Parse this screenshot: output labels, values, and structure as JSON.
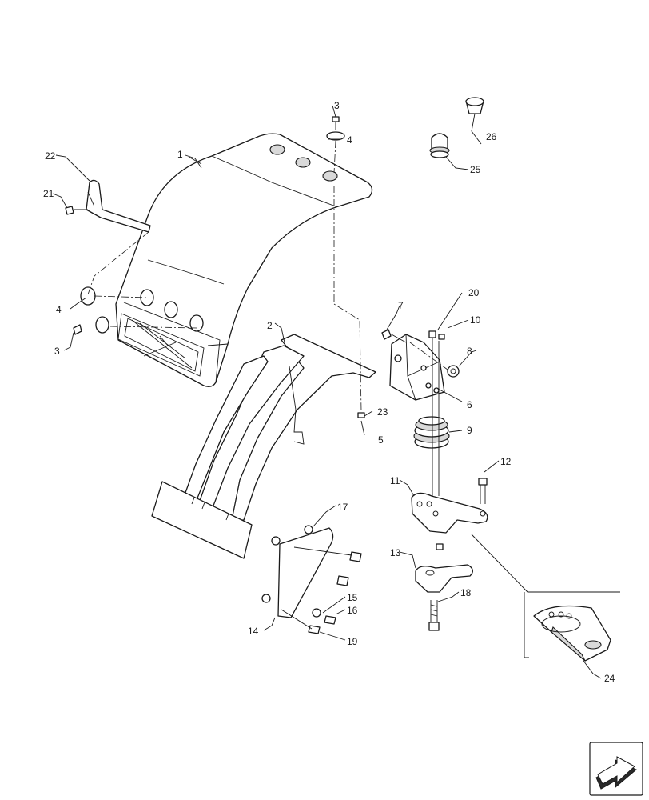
{
  "callouts": {
    "c1": "1",
    "c2": "2",
    "c3a": "3",
    "c3b": "3",
    "c4a": "4",
    "c4b": "4",
    "c5": "5",
    "c6": "6",
    "c7": "7",
    "c8": "8",
    "c9": "9",
    "c10": "10",
    "c11": "11",
    "c12": "12",
    "c13": "13",
    "c14": "14",
    "c15": "15",
    "c16": "16",
    "c17": "17",
    "c18": "18",
    "c19": "19",
    "c20": "20",
    "c21": "21",
    "c22": "22",
    "c23": "23",
    "c24": "24",
    "c25": "25",
    "c26": "26"
  },
  "icons": {
    "next_page": "next-page-arrow-icon"
  }
}
